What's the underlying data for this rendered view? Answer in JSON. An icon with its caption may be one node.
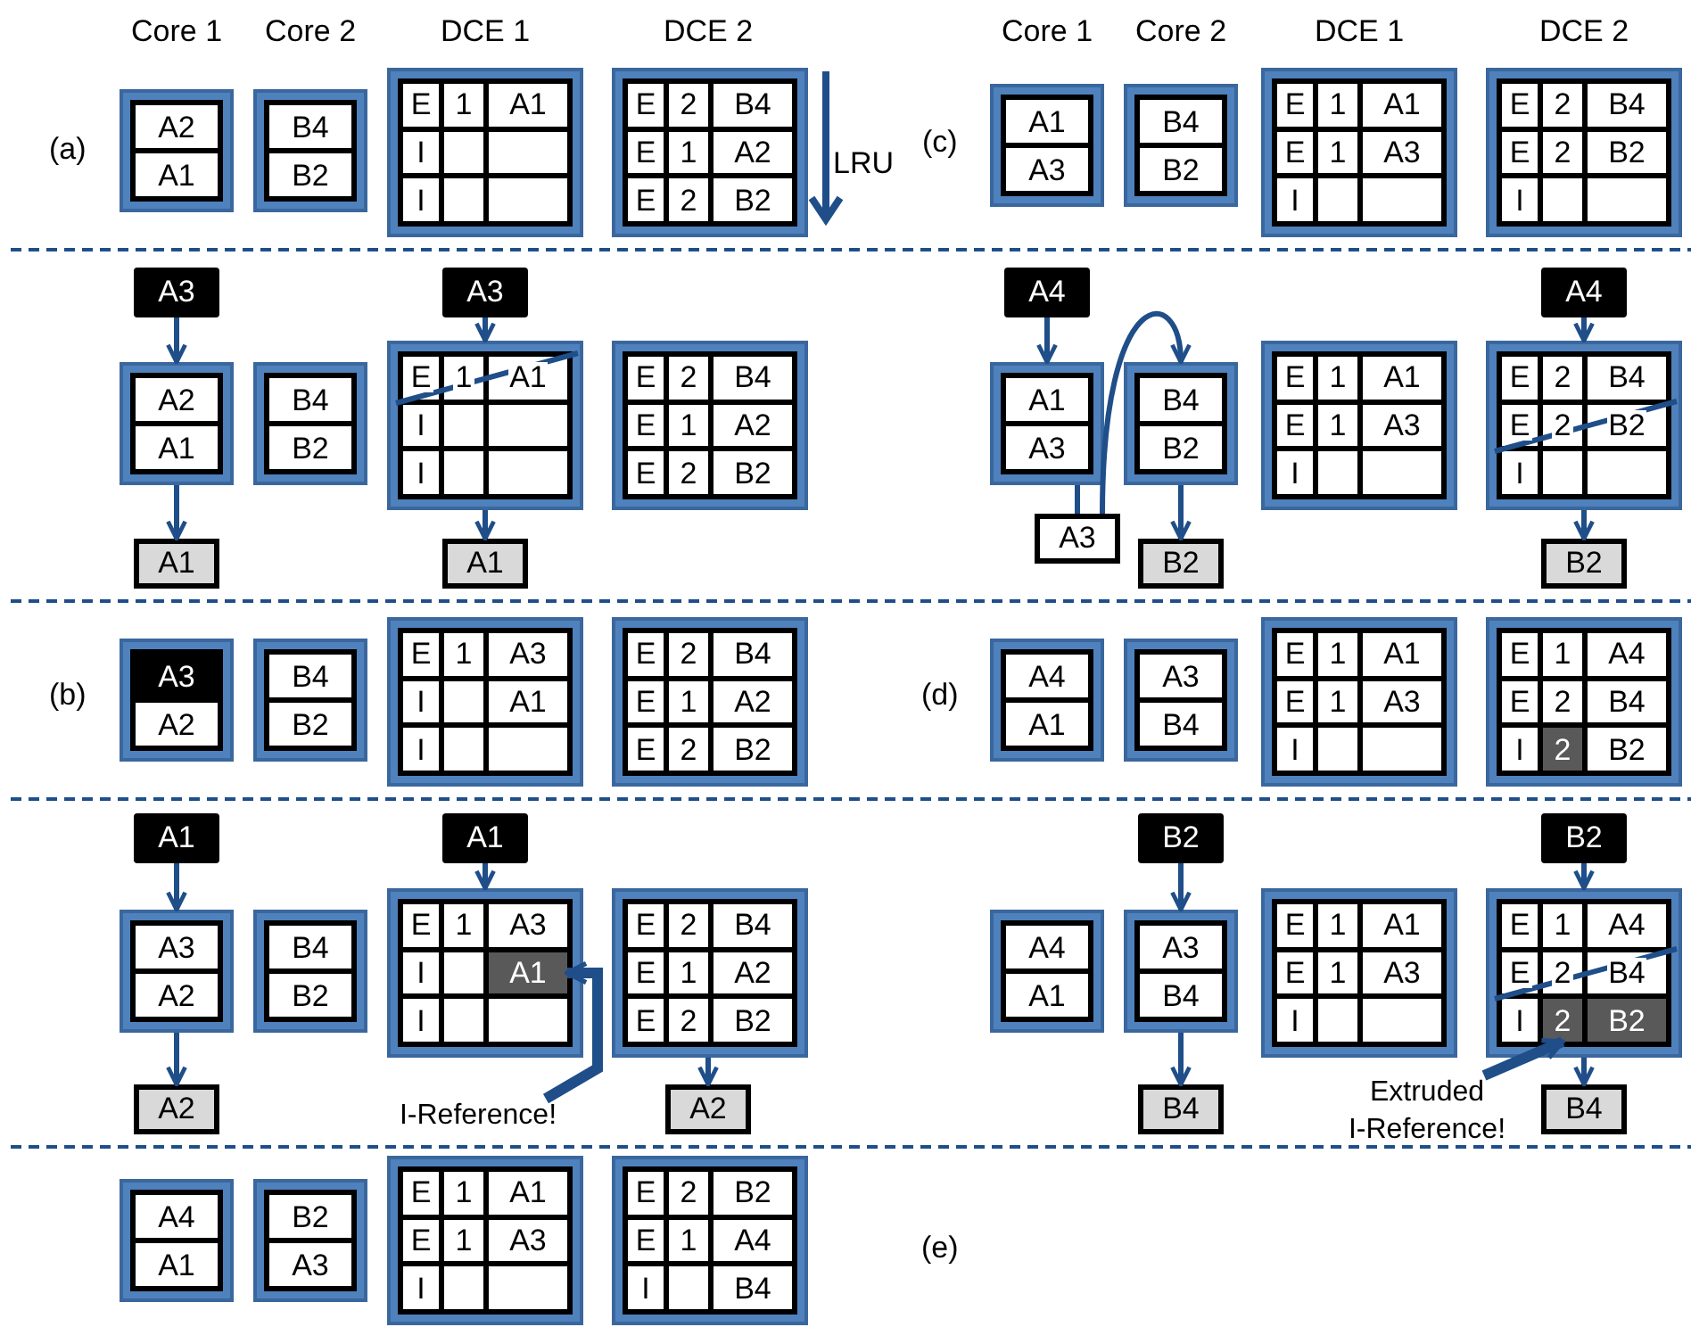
{
  "diagram": {
    "nodes": [
      {
        "text": [
          "A2",
          "A1"
        ]
      },
      {
        "text": [
          "B4",
          "B2"
        ]
      },
      {
        "text": [],
        "shape": "box"
      },
      {
        "text": [
          "E"
        ],
        "in": 2
      },
      {
        "text": [
          "1"
        ],
        "in": 2
      },
      {
        "text": [
          "A1"
        ],
        "in": 2
      },
      {
        "text": [
          "I"
        ],
        "in": 2
      },
      {
        "text": [],
        "shape": "box",
        "in": 2
      },
      {
        "text": [],
        "shape": "box",
        "in": 2
      },
      {
        "text": [
          "I"
        ],
        "in": 2
      },
      {
        "text": [],
        "shape": "box",
        "in": 2
      },
      {
        "text": [],
        "shape": "box",
        "in": 2
      },
      {
        "text": [],
        "shape": "box"
      },
      {
        "text": [
          "E"
        ],
        "in": 12
      },
      {
        "text": [
          "2"
        ],
        "in": 12
      },
      {
        "text": [
          "B4"
        ],
        "in": 12
      },
      {
        "text": [
          "E"
        ],
        "in": 12
      },
      {
        "text": [
          "1"
        ],
        "in": 12
      },
      {
        "text": [
          "A2"
        ],
        "in": 12
      },
      {
        "text": [
          "E"
        ],
        "in": 12
      },
      {
        "text": [
          "2"
        ],
        "in": 12
      },
      {
        "text": [
          "B2"
        ],
        "in": 12
      },
      {
        "text": [
          "A1",
          "A3"
        ]
      },
      {
        "text": [
          "B4",
          "B2"
        ]
      },
      {
        "text": [],
        "shape": "box"
      },
      {
        "text": [
          "E"
        ],
        "in": 24
      },
      {
        "text": [
          "1"
        ],
        "in": 24
      },
      {
        "text": [
          "A1"
        ],
        "in": 24
      },
      {
        "text": [
          "E"
        ],
        "in": 24
      },
      {
        "text": [
          "1"
        ],
        "in": 24
      },
      {
        "text": [
          "A3"
        ],
        "in": 24
      },
      {
        "text": [
          "I"
        ],
        "in": 24
      },
      {
        "text": [],
        "shape": "box",
        "in": 24
      },
      {
        "text": [],
        "shape": "box",
        "in": 24
      },
      {
        "text": [],
        "shape": "box"
      },
      {
        "text": [
          "E"
        ],
        "in": 34
      },
      {
        "text": [
          "2"
        ],
        "in": 34
      },
      {
        "text": [
          "B4"
        ],
        "in": 34
      },
      {
        "text": [
          "E"
        ],
        "in": 34
      },
      {
        "text": [
          "2"
        ],
        "in": 34
      },
      {
        "text": [
          "B2"
        ],
        "in": 34
      },
      {
        "text": [
          "I"
        ],
        "in": 34
      },
      {
        "text": [],
        "shape": "box",
        "in": 34
      },
      {
        "text": [],
        "shape": "box",
        "in": 34
      },
      {
        "text": [
          "A3"
        ]
      },
      {
        "text": [
          "A3"
        ]
      },
      {
        "text": [
          "A4"
        ]
      },
      {
        "text": [
          "A4"
        ]
      },
      {
        "text": [
          "A2",
          "A1"
        ]
      },
      {
        "text": [
          "B4",
          "B2"
        ]
      },
      {
        "text": [],
        "shape": "box"
      },
      {
        "text": [
          "E"
        ],
        "in": 50
      },
      {
        "text": [
          "1"
        ],
        "in": 50
      },
      {
        "text": [
          "A1"
        ],
        "in": 50
      },
      {
        "text": [
          "I"
        ],
        "in": 50
      },
      {
        "text": [],
        "shape": "box",
        "in": 50
      },
      {
        "text": [],
        "shape": "box",
        "in": 50
      },
      {
        "text": [
          "I"
        ],
        "in": 50
      },
      {
        "text": [],
        "shape": "box",
        "in": 50
      },
      {
        "text": [],
        "shape": "box",
        "in": 50
      },
      {
        "text": [],
        "shape": "box"
      },
      {
        "text": [
          "E"
        ],
        "in": 60
      },
      {
        "text": [
          "2"
        ],
        "in": 60
      },
      {
        "text": [
          "B4"
        ],
        "in": 60
      },
      {
        "text": [
          "E"
        ],
        "in": 60
      },
      {
        "text": [
          "1"
        ],
        "in": 60
      },
      {
        "text": [
          "A2"
        ],
        "in": 60
      },
      {
        "text": [
          "E"
        ],
        "in": 60
      },
      {
        "text": [
          "2"
        ],
        "in": 60
      },
      {
        "text": [
          "B2"
        ],
        "in": 60
      },
      {
        "text": [
          "A1",
          "A3"
        ]
      },
      {
        "text": [
          "B4",
          "B2"
        ]
      },
      {
        "text": [],
        "shape": "box"
      },
      {
        "text": [
          "E"
        ],
        "in": 72
      },
      {
        "text": [
          "1"
        ],
        "in": 72
      },
      {
        "text": [
          "A1"
        ],
        "in": 72
      },
      {
        "text": [
          "E"
        ],
        "in": 72
      },
      {
        "text": [
          "1"
        ],
        "in": 72
      },
      {
        "text": [
          "A3"
        ],
        "in": 72
      },
      {
        "text": [
          "I"
        ],
        "in": 72
      },
      {
        "text": [],
        "shape": "box",
        "in": 72
      },
      {
        "text": [],
        "shape": "box",
        "in": 72
      },
      {
        "text": [],
        "shape": "box"
      },
      {
        "text": [
          "E"
        ],
        "in": 82
      },
      {
        "text": [
          "2"
        ],
        "in": 82
      },
      {
        "text": [
          "B4"
        ],
        "in": 82
      },
      {
        "text": [
          "E"
        ],
        "in": 82
      },
      {
        "text": [
          "2"
        ],
        "in": 82
      },
      {
        "text": [
          "B2"
        ],
        "in": 82
      },
      {
        "text": [
          "I"
        ],
        "in": 82
      },
      {
        "text": [],
        "shape": "box",
        "in": 82
      },
      {
        "text": [],
        "shape": "box",
        "in": 82
      },
      {
        "text": [
          "A3"
        ]
      },
      {
        "text": [
          "A1"
        ]
      },
      {
        "text": [
          "A1"
        ]
      },
      {
        "text": [
          "B2"
        ]
      },
      {
        "text": [
          "B2"
        ]
      },
      {
        "text": [
          "A3",
          "A2"
        ]
      },
      {
        "text": [
          "B4",
          "B2"
        ]
      },
      {
        "text": [],
        "shape": "box"
      },
      {
        "text": [
          "E"
        ],
        "in": 99
      },
      {
        "text": [
          "1"
        ],
        "in": 99
      },
      {
        "text": [
          "A3"
        ],
        "in": 99
      },
      {
        "text": [
          "I"
        ],
        "in": 99
      },
      {
        "text": [],
        "shape": "box",
        "in": 99
      },
      {
        "text": [
          "A1"
        ],
        "in": 99
      },
      {
        "text": [
          "I"
        ],
        "in": 99
      },
      {
        "text": [],
        "shape": "box",
        "in": 99
      },
      {
        "text": [],
        "shape": "box",
        "in": 99
      },
      {
        "text": [],
        "shape": "box"
      },
      {
        "text": [
          "E"
        ],
        "in": 109
      },
      {
        "text": [
          "2"
        ],
        "in": 109
      },
      {
        "text": [
          "B4"
        ],
        "in": 109
      },
      {
        "text": [
          "E"
        ],
        "in": 109
      },
      {
        "text": [
          "1"
        ],
        "in": 109
      },
      {
        "text": [
          "A2"
        ],
        "in": 109
      },
      {
        "text": [
          "E"
        ],
        "in": 109
      },
      {
        "text": [
          "2"
        ],
        "in": 109
      },
      {
        "text": [
          "B2"
        ],
        "in": 109
      },
      {
        "text": [
          "A4",
          "A1"
        ]
      },
      {
        "text": [
          "A3",
          "B4"
        ]
      },
      {
        "text": [],
        "shape": "box"
      },
      {
        "text": [
          "E"
        ],
        "in": 121
      },
      {
        "text": [
          "1"
        ],
        "in": 121
      },
      {
        "text": [
          "A1"
        ],
        "in": 121
      },
      {
        "text": [
          "E"
        ],
        "in": 121
      },
      {
        "text": [
          "1"
        ],
        "in": 121
      },
      {
        "text": [
          "A3"
        ],
        "in": 121
      },
      {
        "text": [
          "I"
        ],
        "in": 121
      },
      {
        "text": [],
        "shape": "box",
        "in": 121
      },
      {
        "text": [],
        "shape": "box",
        "in": 121
      },
      {
        "text": [],
        "shape": "box"
      },
      {
        "text": [
          "E"
        ],
        "in": 131
      },
      {
        "text": [
          "1"
        ],
        "in": 131
      },
      {
        "text": [
          "A4"
        ],
        "in": 131
      },
      {
        "text": [
          "E"
        ],
        "in": 131
      },
      {
        "text": [
          "2"
        ],
        "in": 131
      },
      {
        "text": [
          "B4"
        ],
        "in": 131
      },
      {
        "text": [
          "I"
        ],
        "in": 131
      },
      {
        "text": [
          "2"
        ],
        "in": 131
      },
      {
        "text": [
          "B2"
        ],
        "in": 131
      },
      {
        "text": [
          "A1"
        ]
      },
      {
        "text": [
          "A1"
        ]
      },
      {
        "text": [
          "B2"
        ]
      },
      {
        "text": [
          "B2"
        ]
      },
      {
        "text": [
          "A3",
          "A2"
        ]
      },
      {
        "text": [
          "B4",
          "B2"
        ]
      },
      {
        "text": [],
        "shape": "box"
      },
      {
        "text": [
          "E"
        ],
        "in": 147
      },
      {
        "text": [
          "1"
        ],
        "in": 147
      },
      {
        "text": [
          "A3"
        ],
        "in": 147
      },
      {
        "text": [
          "I"
        ],
        "in": 147
      },
      {
        "text": [],
        "shape": "box",
        "in": 147
      },
      {
        "text": [
          "A1"
        ],
        "in": 147
      },
      {
        "text": [
          "I"
        ],
        "in": 147
      },
      {
        "text": [],
        "shape": "box",
        "in": 147
      },
      {
        "text": [],
        "shape": "box",
        "in": 147
      },
      {
        "text": [],
        "shape": "box"
      },
      {
        "text": [
          "E"
        ],
        "in": 157
      },
      {
        "text": [
          "2"
        ],
        "in": 157
      },
      {
        "text": [
          "B4"
        ],
        "in": 157
      },
      {
        "text": [
          "E"
        ],
        "in": 157
      },
      {
        "text": [
          "1"
        ],
        "in": 157
      },
      {
        "text": [
          "A2"
        ],
        "in": 157
      },
      {
        "text": [
          "E"
        ],
        "in": 157
      },
      {
        "text": [
          "2"
        ],
        "in": 157
      },
      {
        "text": [
          "B2"
        ],
        "in": 157
      },
      {
        "text": [
          "A4",
          "A1"
        ]
      },
      {
        "text": [
          "A3",
          "B4"
        ]
      },
      {
        "text": [],
        "shape": "box"
      },
      {
        "text": [
          "E"
        ],
        "in": 169
      },
      {
        "text": [
          "1"
        ],
        "in": 169
      },
      {
        "text": [
          "A1"
        ],
        "in": 169
      },
      {
        "text": [
          "E"
        ],
        "in": 169
      },
      {
        "text": [
          "1"
        ],
        "in": 169
      },
      {
        "text": [
          "A3"
        ],
        "in": 169
      },
      {
        "text": [
          "I"
        ],
        "in": 169
      },
      {
        "text": [],
        "shape": "box",
        "in": 169
      },
      {
        "text": [],
        "shape": "box",
        "in": 169
      },
      {
        "text": [],
        "shape": "box"
      },
      {
        "text": [
          "E"
        ],
        "in": 179
      },
      {
        "text": [
          "1"
        ],
        "in": 179
      },
      {
        "text": [
          "A4"
        ],
        "in": 179
      },
      {
        "text": [
          "E"
        ],
        "in": 179
      },
      {
        "text": [
          "2"
        ],
        "in": 179
      },
      {
        "text": [
          "B4"
        ],
        "in": 179
      },
      {
        "text": [
          "I"
        ],
        "in": 179
      },
      {
        "text": [
          "2"
        ],
        "in": 179
      },
      {
        "text": [
          "B2"
        ],
        "in": 179
      },
      {
        "text": [
          "A2"
        ]
      },
      {
        "text": [
          "I-Reference!"
        ]
      },
      {
        "text": [
          "A2"
        ]
      },
      {
        "text": [
          "Extruded I-Reference!"
        ]
      },
      {
        "text": [
          "B4"
        ]
      },
      {
        "text": [
          "B4"
        ]
      },
      {
        "text": [
          "A4",
          "A1"
        ]
      },
      {
        "text": [
          "B2",
          "A3"
        ]
      },
      {
        "text": [],
        "shape": "box"
      },
      {
        "text": [
          "E"
        ],
        "in": 197
      },
      {
        "text": [
          "1"
        ],
        "in": 197
      },
      {
        "text": [
          "A1"
        ],
        "in": 197
      },
      {
        "text": [
          "E"
        ],
        "in": 197
      },
      {
        "text": [
          "1"
        ],
        "in": 197
      },
      {
        "text": [
          "A3"
        ],
        "in": 197
      },
      {
        "text": [
          "I"
        ],
        "in": 197
      },
      {
        "text": [],
        "shape": "box",
        "in": 197
      },
      {
        "text": [],
        "shape": "box",
        "in": 197
      },
      {
        "text": [],
        "shape": "box"
      },
      {
        "text": [
          "E"
        ],
        "in": 207
      },
      {
        "text": [
          "2"
        ],
        "in": 207
      },
      {
        "text": [
          "B2"
        ],
        "in": 207
      },
      {
        "text": [
          "E"
        ],
        "in": 207
      },
      {
        "text": [
          "1"
        ],
        "in": 207
      },
      {
        "text": [
          "A4"
        ],
        "in": 207
      },
      {
        "text": [
          "I"
        ],
        "in": 207
      },
      {
        "text": [],
        "shape": "box",
        "in": 207
      },
      {
        "text": [
          "B4"
        ],
        "in": 207
      }
    ],
    "edges": [
      {
        "from": 44,
        "to": 48,
        "arrow": "to"
      },
      {
        "from": 48,
        "to": 93,
        "arrow": "to"
      },
      {
        "from": 45,
        "to": 50,
        "arrow": "to"
      },
      {
        "from": 50,
        "to": 94,
        "arrow": "to"
      },
      {
        "from": 46,
        "to": 70,
        "arrow": "to"
      },
      {
        "from": 70,
        "to": 92,
        "arrow": "none"
      },
      {
        "from": 92,
        "to": 71,
        "arrow": "to"
      },
      {
        "from": 71,
        "to": 95,
        "arrow": "to"
      },
      {
        "from": 47,
        "to": 82,
        "arrow": "to"
      },
      {
        "from": 82,
        "to": 96,
        "arrow": "to"
      },
      {
        "from": 141,
        "to": 145,
        "arrow": "to"
      },
      {
        "from": 145,
        "to": 189,
        "arrow": "to"
      },
      {
        "from": 142,
        "to": 147,
        "arrow": "to"
      },
      {
        "from": 157,
        "to": 191,
        "arrow": "to"
      },
      {
        "from": 190,
        "to": 153,
        "arrow": "to",
        "style": "thick"
      },
      {
        "from": 143,
        "to": 168,
        "arrow": "to"
      },
      {
        "from": 168,
        "to": 193,
        "arrow": "to"
      },
      {
        "from": 144,
        "to": 179,
        "arrow": "to"
      },
      {
        "from": 179,
        "to": 194,
        "arrow": "to"
      },
      {
        "from": 192,
        "to": 187,
        "arrow": "to",
        "style": "thick"
      }
    ],
    "labels": [
      "Core 1",
      "Core 2",
      "DCE 1",
      "DCE 2",
      "Core 1",
      "Core 2",
      "DCE 1",
      "DCE 2",
      "(a)",
      "LRU",
      "(c)",
      "(b)",
      "(d)",
      "(e)"
    ]
  }
}
